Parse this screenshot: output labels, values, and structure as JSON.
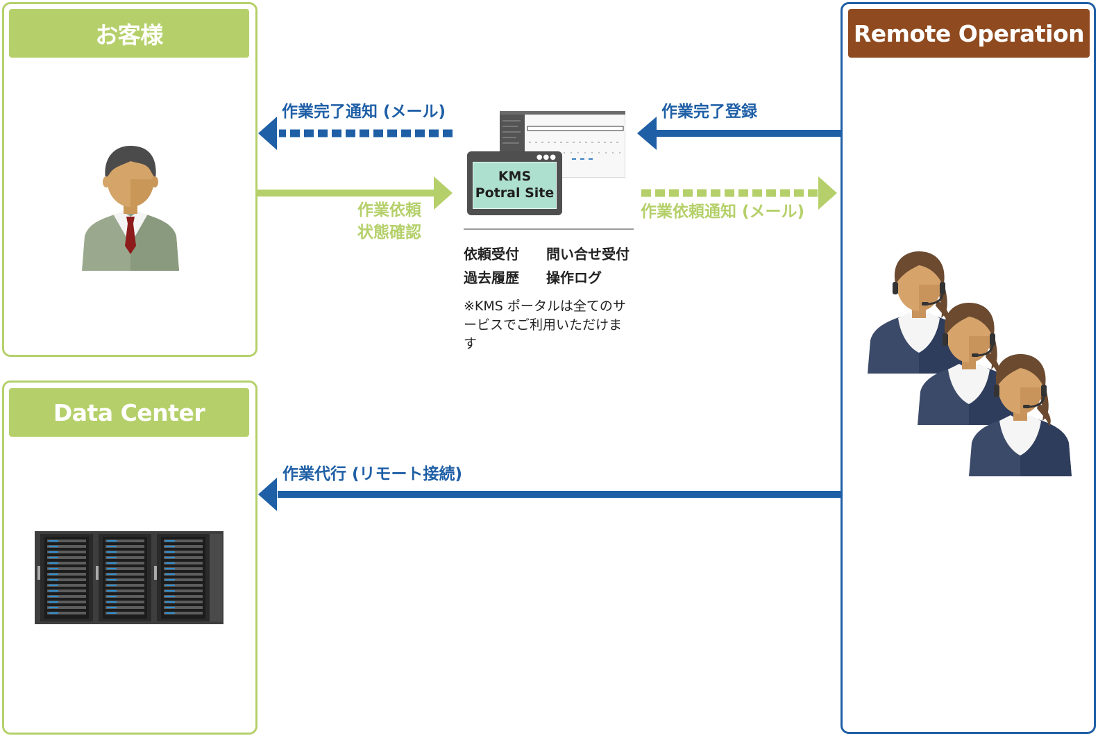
{
  "customer": {
    "title": "お客様"
  },
  "datacenter": {
    "title": "Data Center"
  },
  "remote": {
    "title": "Remote Operation"
  },
  "arrows": {
    "completion_mail": "作業完了通知 (メール)",
    "completion_register": "作業完了登録",
    "request_status": [
      "作業依頼",
      "状態確認"
    ],
    "request_mail": "作業依頼通知 (メール)",
    "remote_work": "作業代行 (リモート接続)"
  },
  "portal": {
    "name": [
      "KMS",
      "Potral Site"
    ],
    "features": [
      "依頼受付",
      "問い合せ受付",
      "過去履歴",
      "操作ログ"
    ],
    "note": "※KMS ポータルは全てのサービスでご利用いただけます"
  },
  "colors": {
    "green": "#b5d06a",
    "blue": "#1f5fa6",
    "brown": "#8f4a1f",
    "portal_screen": "#aee0cf"
  },
  "icons": {
    "customer": "businessman-icon",
    "operators": "headset-operator-icon",
    "datacenter": "server-rack-icon",
    "portal": "browser-window-icon"
  }
}
